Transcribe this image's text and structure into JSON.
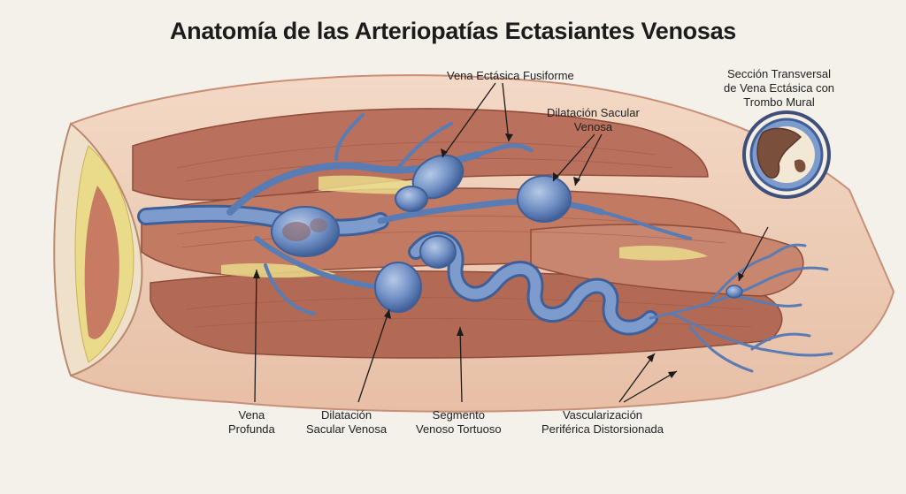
{
  "title": "Anatomía de las Arteriopatías Ectasiantes Venosas",
  "labels": {
    "fusiform": "Vena Ectásica Fusiforme",
    "saccular_top": [
      "Dilatación Sacular",
      "Venosa"
    ],
    "cross_section": [
      "Sección Transversal",
      "de Vena Ectásica con",
      "Trombo Mural"
    ],
    "deep_vein": [
      "Vena",
      "Profunda"
    ],
    "saccular_bottom": [
      "Dilatación",
      "Sacular Venosa"
    ],
    "tortuous": [
      "Segmento",
      "Venoso Tortuoso"
    ],
    "peripheral": [
      "Vascularización",
      "Periférica Distorsionada"
    ]
  },
  "colors": {
    "background": "#f4f1ea",
    "skin": "#ecc9b2",
    "muscle": "#b9705c",
    "fat": "#eadb8a",
    "vein": "#6f8fc4",
    "vein_dark": "#3f5f98",
    "thrombus": "#7a4f3c"
  }
}
